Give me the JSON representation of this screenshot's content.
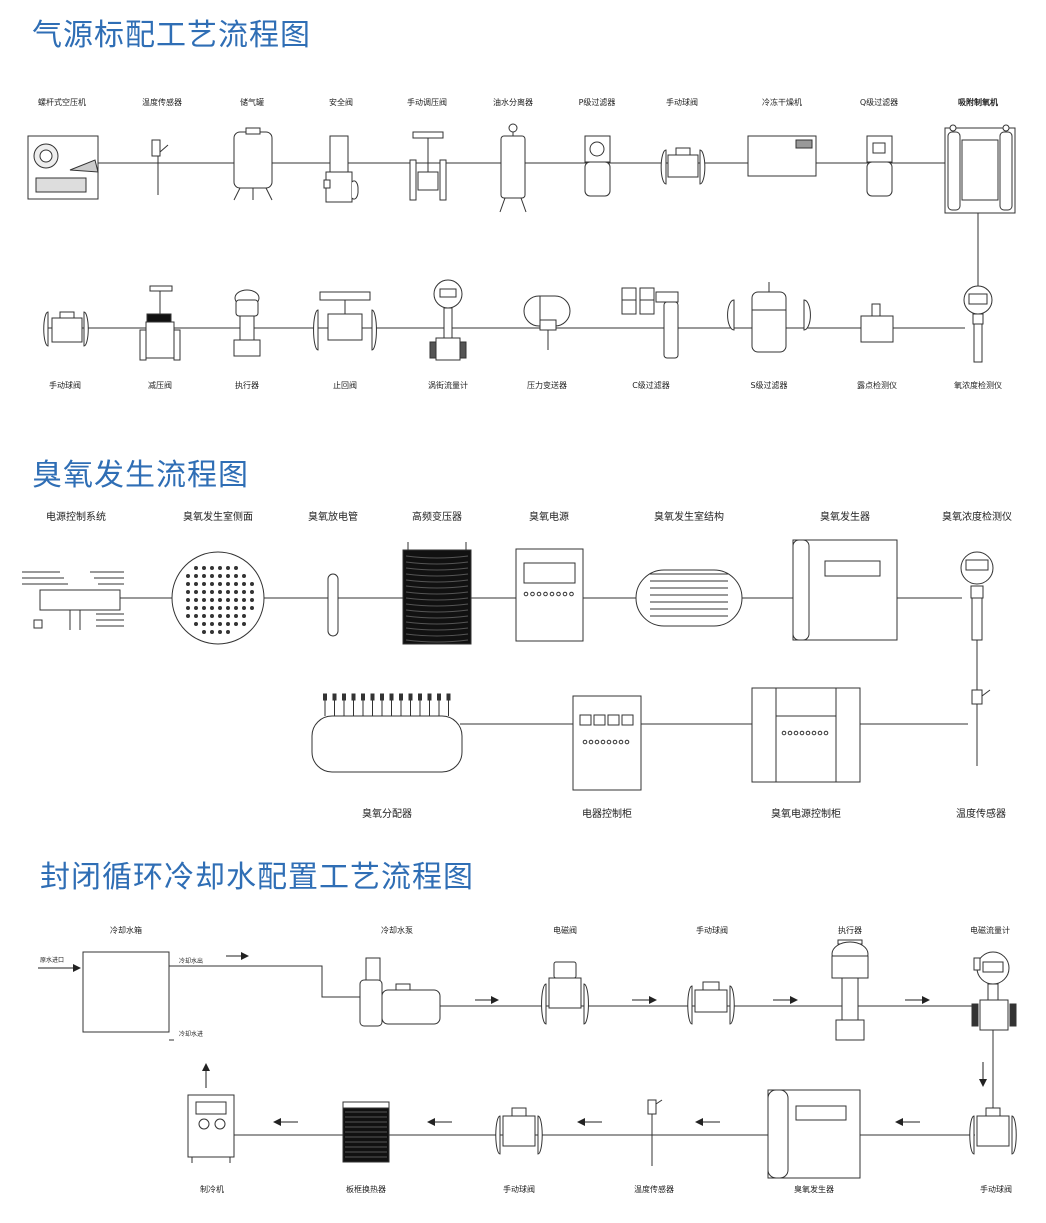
{
  "sections": {
    "air": {
      "title": "气源标配工艺流程图",
      "row1": [
        "螺杆式空压机",
        "温度传感器",
        "储气罐",
        "安全阀",
        "手动调压阀",
        "油水分离器",
        "P级过滤器",
        "手动球阀",
        "冷冻干燥机",
        "Q级过滤器",
        "吸附制氧机"
      ],
      "row2": [
        "手动球阀",
        "减压阀",
        "执行器",
        "止回阀",
        "涡街流量计",
        "压力变送器",
        "C级过滤器",
        "S级过滤器",
        "露点检测仪",
        "氧浓度检测仪"
      ]
    },
    "ozone": {
      "title": "臭氧发生流程图",
      "row1": [
        "电源控制系统",
        "臭氧发生室侧面",
        "臭氧放电管",
        "高频变压器",
        "臭氧电源",
        "臭氧发生室结构",
        "臭氧发生器",
        "臭氧浓度检测仪"
      ],
      "row2": [
        "臭氧分配器",
        "电器控制柜",
        "臭氧电源控制柜",
        "温度传感器"
      ]
    },
    "cooling": {
      "title": "封闭循环冷却水配置工艺流程图",
      "row1": [
        "冷却水箱",
        "冷却水泵",
        "电磁阀",
        "手动球阀",
        "执行器",
        "电磁流量计"
      ],
      "row2": [
        "制冷机",
        "板框换热器",
        "手动球阀",
        "温度传感器",
        "臭氧发生器",
        "手动球阀"
      ],
      "tank_ports": [
        "原水进口",
        "冷却水出",
        "冷却水进"
      ]
    }
  },
  "colors": {
    "title": "#2f6eb5",
    "line": "#333333",
    "fill_dark": "#1a1a1a"
  }
}
